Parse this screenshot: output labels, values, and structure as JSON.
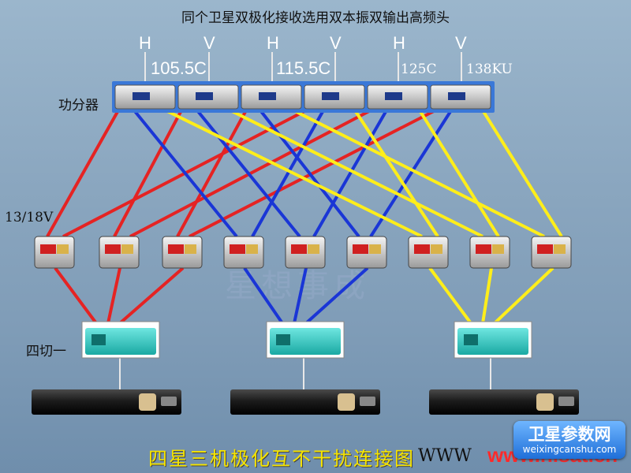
{
  "title": "同个卫星双极化接收选用双本振双输出高频头",
  "lnbs": [
    {
      "h": "H",
      "v": "V",
      "freq": "105.5C"
    },
    {
      "h": "H",
      "v": "V",
      "freq": "115.5C"
    },
    {
      "h": "H",
      "v": "V",
      "freq": "125C"
    },
    {
      "freq": "138KU"
    }
  ],
  "labels": {
    "splitter": "功分器",
    "voltage": "13/18V",
    "switch": "四切一"
  },
  "watermark": "星想事成",
  "caption": "四星三机极化互不干扰连接图",
  "url_prefix": "WWW",
  "url": "www.hisat.cn",
  "site_logo": {
    "text": "卫星参数网",
    "domain": "weixingcanshu.com"
  },
  "colors": {
    "red": "#e52323",
    "blue": "#1a36d6",
    "yellow": "#ffee1a"
  }
}
